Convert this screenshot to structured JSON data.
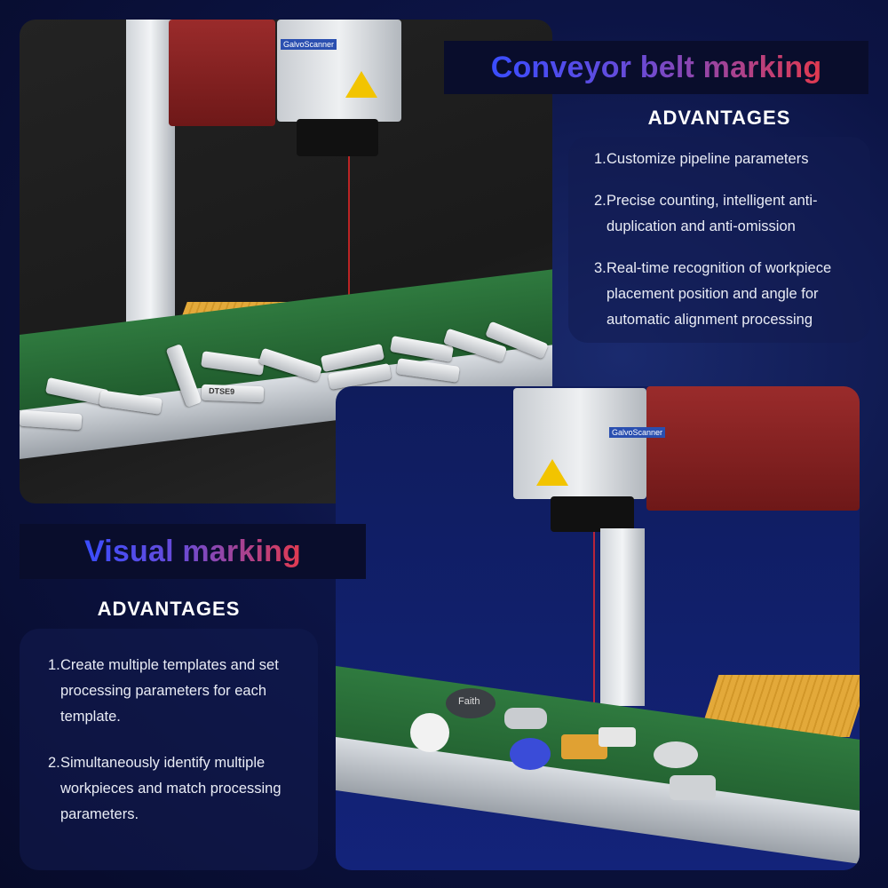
{
  "conveyor": {
    "title": "Conveyor belt marking",
    "advantages_heading": "ADVANTAGES",
    "items": [
      {
        "num": "1.",
        "text": "Customize pipeline parameters"
      },
      {
        "num": "2.",
        "text": "Precise counting, intelligent anti-duplication and anti-omission"
      },
      {
        "num": "3.",
        "text": "Real-time recognition of workpiece placement position and angle for automatic alignment processing"
      }
    ]
  },
  "visual": {
    "title": "Visual marking",
    "advantages_heading": "ADVANTAGES",
    "items": [
      {
        "num": "1.",
        "text": "Create multiple templates and set processing parameters for each template."
      },
      {
        "num": "2.",
        "text": "Simultaneously identify multiple workpieces and match processing parameters."
      }
    ]
  },
  "photo_top": {
    "brand_label": "GalvoScanner",
    "usb_label": "DTSE9"
  },
  "photo_bottom": {
    "brand_label": "GalvoScanner",
    "stone_label": "Faith"
  },
  "colors": {
    "title_start": "#3a4dff",
    "title_end": "#e23a4f",
    "panel_bg": "#090d2c"
  }
}
